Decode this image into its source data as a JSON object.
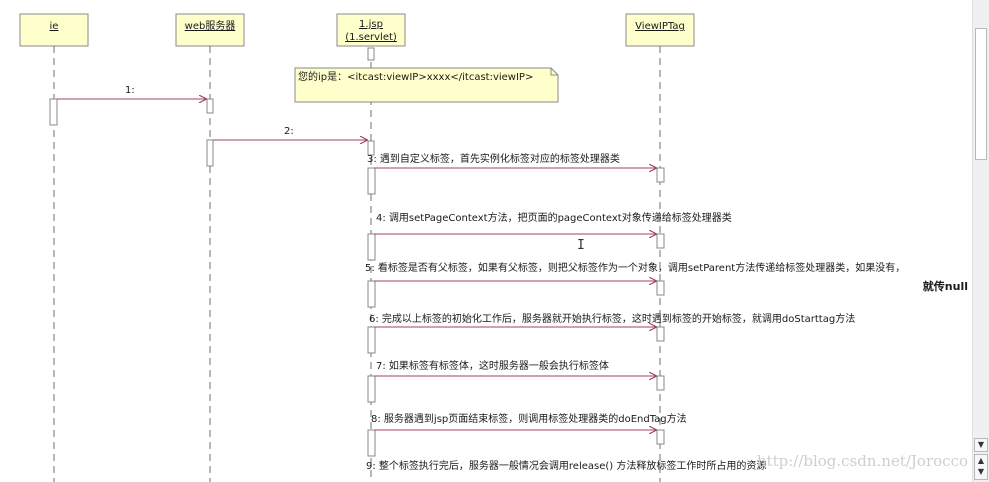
{
  "lifelines": [
    {
      "key": "ie",
      "label": "ie"
    },
    {
      "key": "web",
      "label": "web服务器"
    },
    {
      "key": "jsp",
      "label_line1": "1.jsp",
      "label_line2": "(1.servlet)"
    },
    {
      "key": "tag",
      "label": "ViewIPTag"
    }
  ],
  "note": {
    "text": "您的ip是：<itcast:viewIP>xxxx</itcast:viewIP>"
  },
  "messages": [
    {
      "label": "1:"
    },
    {
      "label": "2:"
    },
    {
      "label": "3: 遇到自定义标签，首先实例化标签对应的标签处理器类"
    },
    {
      "label": "4: 调用setPageContext方法，把页面的pageContext对象传递给标签处理器类"
    },
    {
      "label": "5: 看标签是否有父标签，如果有父标签，则把父标签作为一个对象，调用setParent方法传递给标签处理器类，如果没有，",
      "continuation": "就传null"
    },
    {
      "label": "6: 完成以上标签的初始化工作后，服务器就开始执行标签，这时遇到标签的开始标签，就调用doStarttag方法"
    },
    {
      "label": "7: 如果标签有标签体，这时服务器一般会执行标签体"
    },
    {
      "label": "8: 服务器遇到jsp页面结束标签，则调用标签处理器类的doEndTag方法"
    },
    {
      "label": "9: 整个标签执行完后，服务器一般情况会调用release() 方法释放标签工作时所占用的资源"
    }
  ],
  "watermark": "http://blog.csdn.net/Jorocco",
  "scrollbar": {
    "down_arrow": "▼",
    "nav_arrows": "▲\n▼"
  },
  "cursor_glyph": "I"
}
